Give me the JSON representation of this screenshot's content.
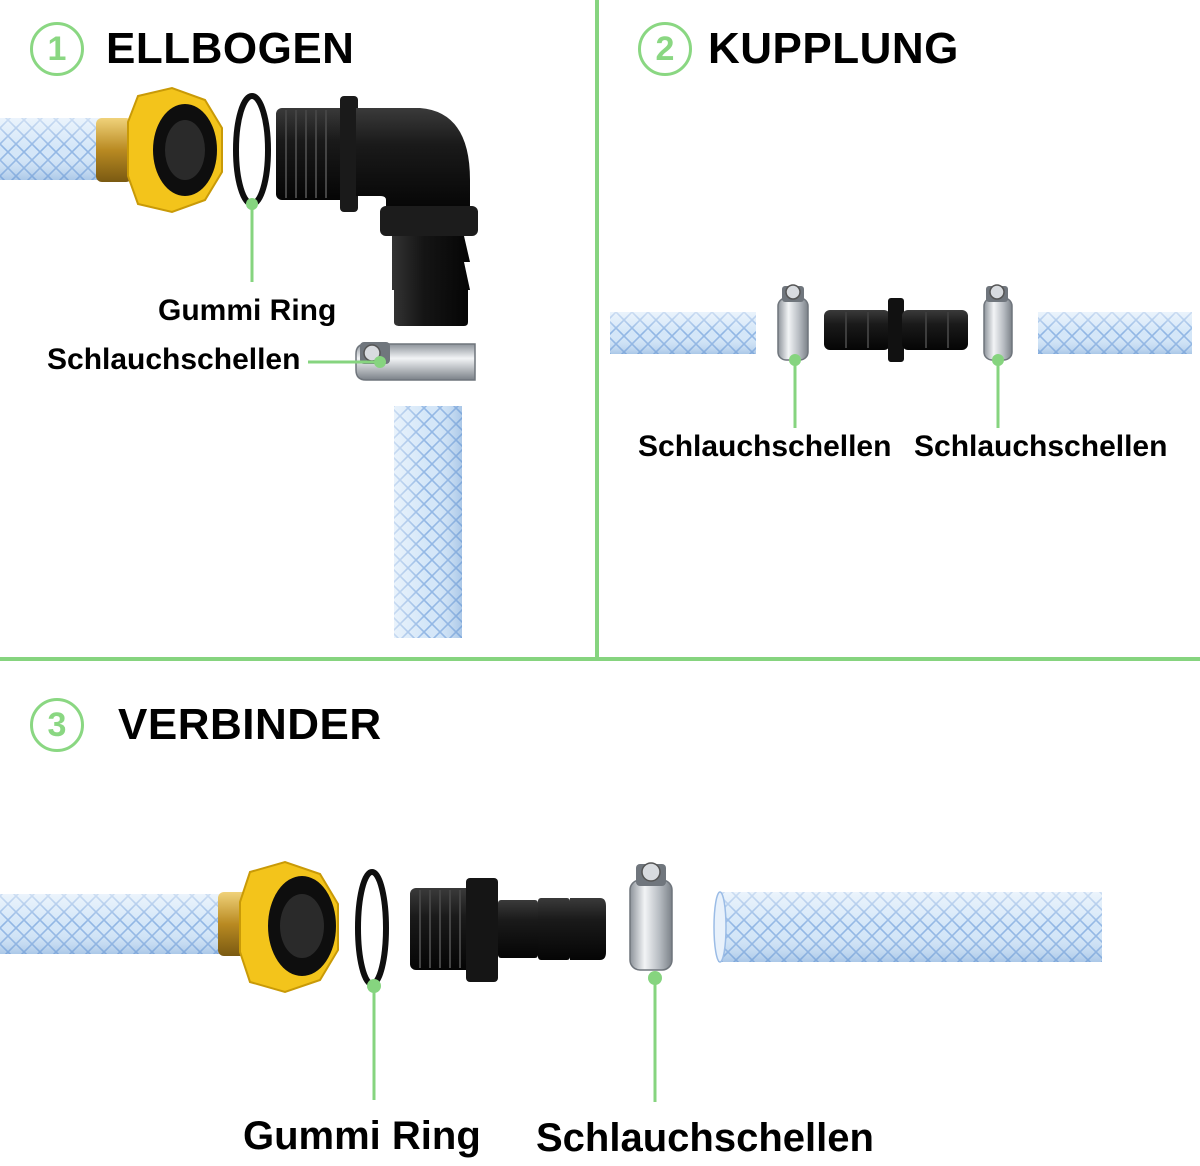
{
  "sections": [
    {
      "number": "1",
      "title": "ELLBOGEN"
    },
    {
      "number": "2",
      "title": "KUPPLUNG"
    },
    {
      "number": "3",
      "title": "VERBINDER"
    }
  ],
  "labels": {
    "s1_gummi_ring": "Gummi Ring",
    "s1_schlauchschellen": "Schlauchschellen",
    "s2_schlauchschellen_left": "Schlauchschellen",
    "s2_schlauchschellen_right": "Schlauchschellen",
    "s3_gummi_ring": "Gummi Ring",
    "s3_schlauchschellen": "Schlauchschellen"
  },
  "colors": {
    "accent_green": "#86d47f",
    "hose_blue": "#cfe3f7",
    "nut_yellow": "#f4c51c",
    "fitting_black": "#161616",
    "brass": "#c9a43a",
    "clamp_steel": "#c8ccd0"
  },
  "icons": {
    "hose": "braided-hose-icon",
    "tap_nut": "yellow-tap-connector-icon",
    "gasket": "rubber-ring-icon",
    "elbow": "elbow-fitting-icon",
    "coupling": "double-barb-coupling-icon",
    "connector": "threaded-barb-connector-icon",
    "clamp": "hose-clamp-icon"
  }
}
